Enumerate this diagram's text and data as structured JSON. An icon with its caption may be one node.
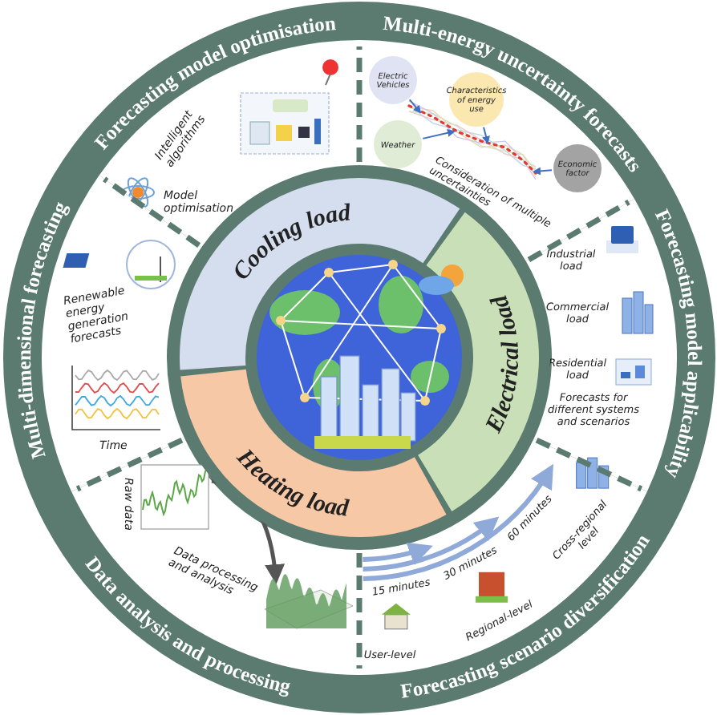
{
  "diagram": {
    "nodes": [
      {
        "text": [
          "Forecasting model optimisation",
          "Intelligent algorithms",
          "Model optimisation"
        ]
      },
      {
        "text": [
          "Multi-energy uncertainty forecasts",
          "Consideration of multiple uncertainties"
        ]
      },
      {
        "text": [
          "Forecasting model applicability",
          "Industrial load",
          "Commercial load",
          "Residential load",
          "Forecasts for different systems and scenarios"
        ]
      },
      {
        "text": [
          "Forecasting scenario diversification",
          "15 minutes",
          "30 minutes",
          "60 minutes",
          "User-level",
          "Regional-level",
          "Cross-regional level"
        ]
      },
      {
        "text": [
          "Data analysis and processing",
          "Raw data",
          "Data processing and analysis"
        ]
      },
      {
        "text": [
          "Multi-dimensional forecasting",
          "Renewable energy generation forecasts",
          "Time"
        ]
      },
      {
        "text": [
          "Cooling load"
        ]
      },
      {
        "text": [
          "Electrical load"
        ]
      },
      {
        "text": [
          "Heating load"
        ]
      },
      {
        "text": [
          "Electric Vehicles"
        ],
        "in": 1
      },
      {
        "text": [
          "Characteristics of energy use"
        ],
        "in": 1
      },
      {
        "text": [
          "Weather"
        ],
        "in": 1
      },
      {
        "text": [
          "Economic factor"
        ],
        "in": 1
      },
      {
        "text": [],
        "shape": "picture",
        "in": 1
      }
    ],
    "edges": [
      {
        "from": 9,
        "to": 13,
        "arrow": "to"
      },
      {
        "from": 10,
        "to": 13,
        "arrow": "to"
      },
      {
        "from": 11,
        "to": 13,
        "arrow": "to"
      },
      {
        "from": 12,
        "to": 13,
        "arrow": "to"
      }
    ]
  }
}
